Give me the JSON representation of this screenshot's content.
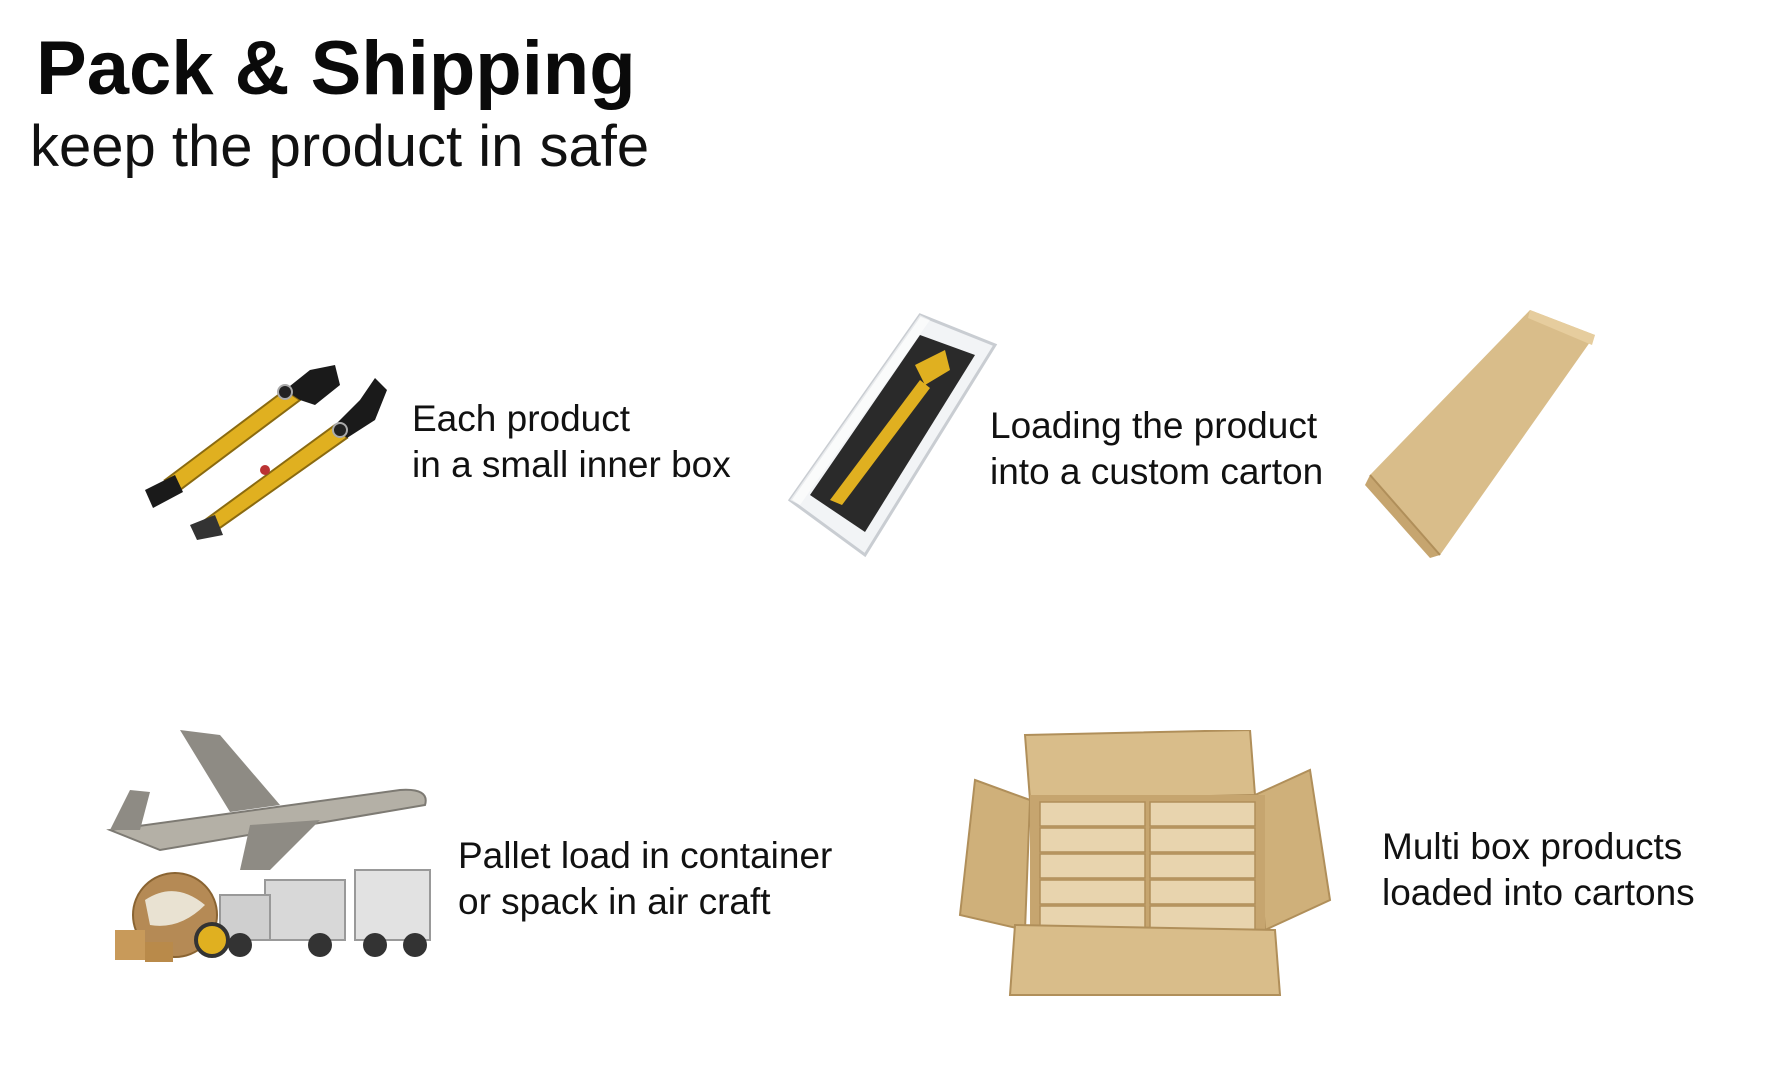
{
  "header": {
    "title": "Pack & Shipping",
    "subtitle": "keep the product in safe"
  },
  "steps": [
    {
      "line1": "Each product",
      "line2": "in a small inner box"
    },
    {
      "line1": "Loading the product",
      "line2": "into a custom carton"
    },
    {
      "line1": "Multi box products",
      "line2": " loaded into cartons"
    },
    {
      "line1": "Pallet load in container",
      "line2": " or spack in air craft"
    }
  ],
  "colors": {
    "gold": "#e0b020",
    "black": "#1a1a1a",
    "kraft": "#d9bd8a",
    "kraft_dark": "#c6a56f"
  }
}
